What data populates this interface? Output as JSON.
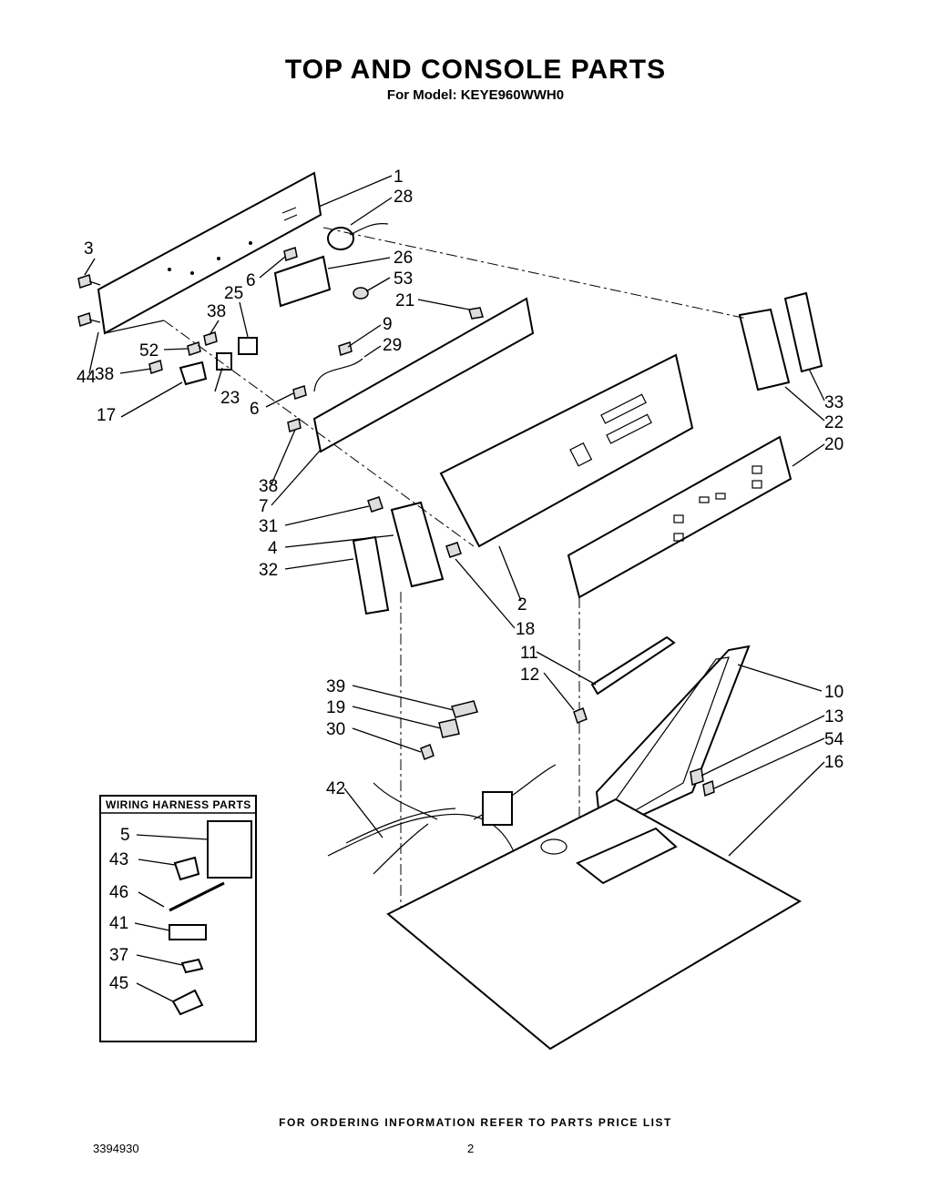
{
  "title": "TOP AND CONSOLE PARTS",
  "subtitle": "For Model: KEYE960WWH0",
  "footer": "FOR ORDERING INFORMATION REFER TO PARTS PRICE LIST",
  "doc_number": "3394930",
  "page_number": "2",
  "wiring_box": {
    "title": "WIRING HARNESS PARTS",
    "labels": [
      "5",
      "43",
      "46",
      "41",
      "37",
      "45"
    ]
  },
  "callouts": [
    "1",
    "28",
    "3",
    "26",
    "53",
    "6",
    "25",
    "21",
    "38",
    "9",
    "29",
    "52",
    "44",
    "38",
    "23",
    "6",
    "17",
    "33",
    "22",
    "20",
    "38",
    "7",
    "31",
    "4",
    "32",
    "2",
    "18",
    "11",
    "12",
    "10",
    "39",
    "19",
    "30",
    "13",
    "54",
    "16",
    "42"
  ]
}
